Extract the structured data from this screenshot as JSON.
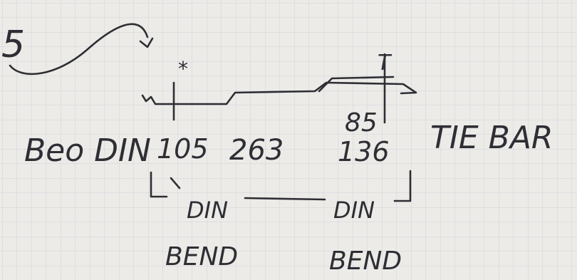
{
  "paper": {
    "background": "#ecebe8",
    "grid_color": "#cfd3da",
    "ink": "#2e2e34"
  },
  "labels": {
    "left_margin": "5",
    "star": "*",
    "t_mark": "T",
    "beo_din": "Beo DIN",
    "tie_bar": "TIE BAR",
    "din_left": "DIN",
    "din_right": "DIN",
    "bend_left": "BEND",
    "bend_right": "BEND"
  },
  "dimensions": {
    "d1": "105",
    "d2": "263",
    "d3": "136",
    "d4": "85"
  }
}
